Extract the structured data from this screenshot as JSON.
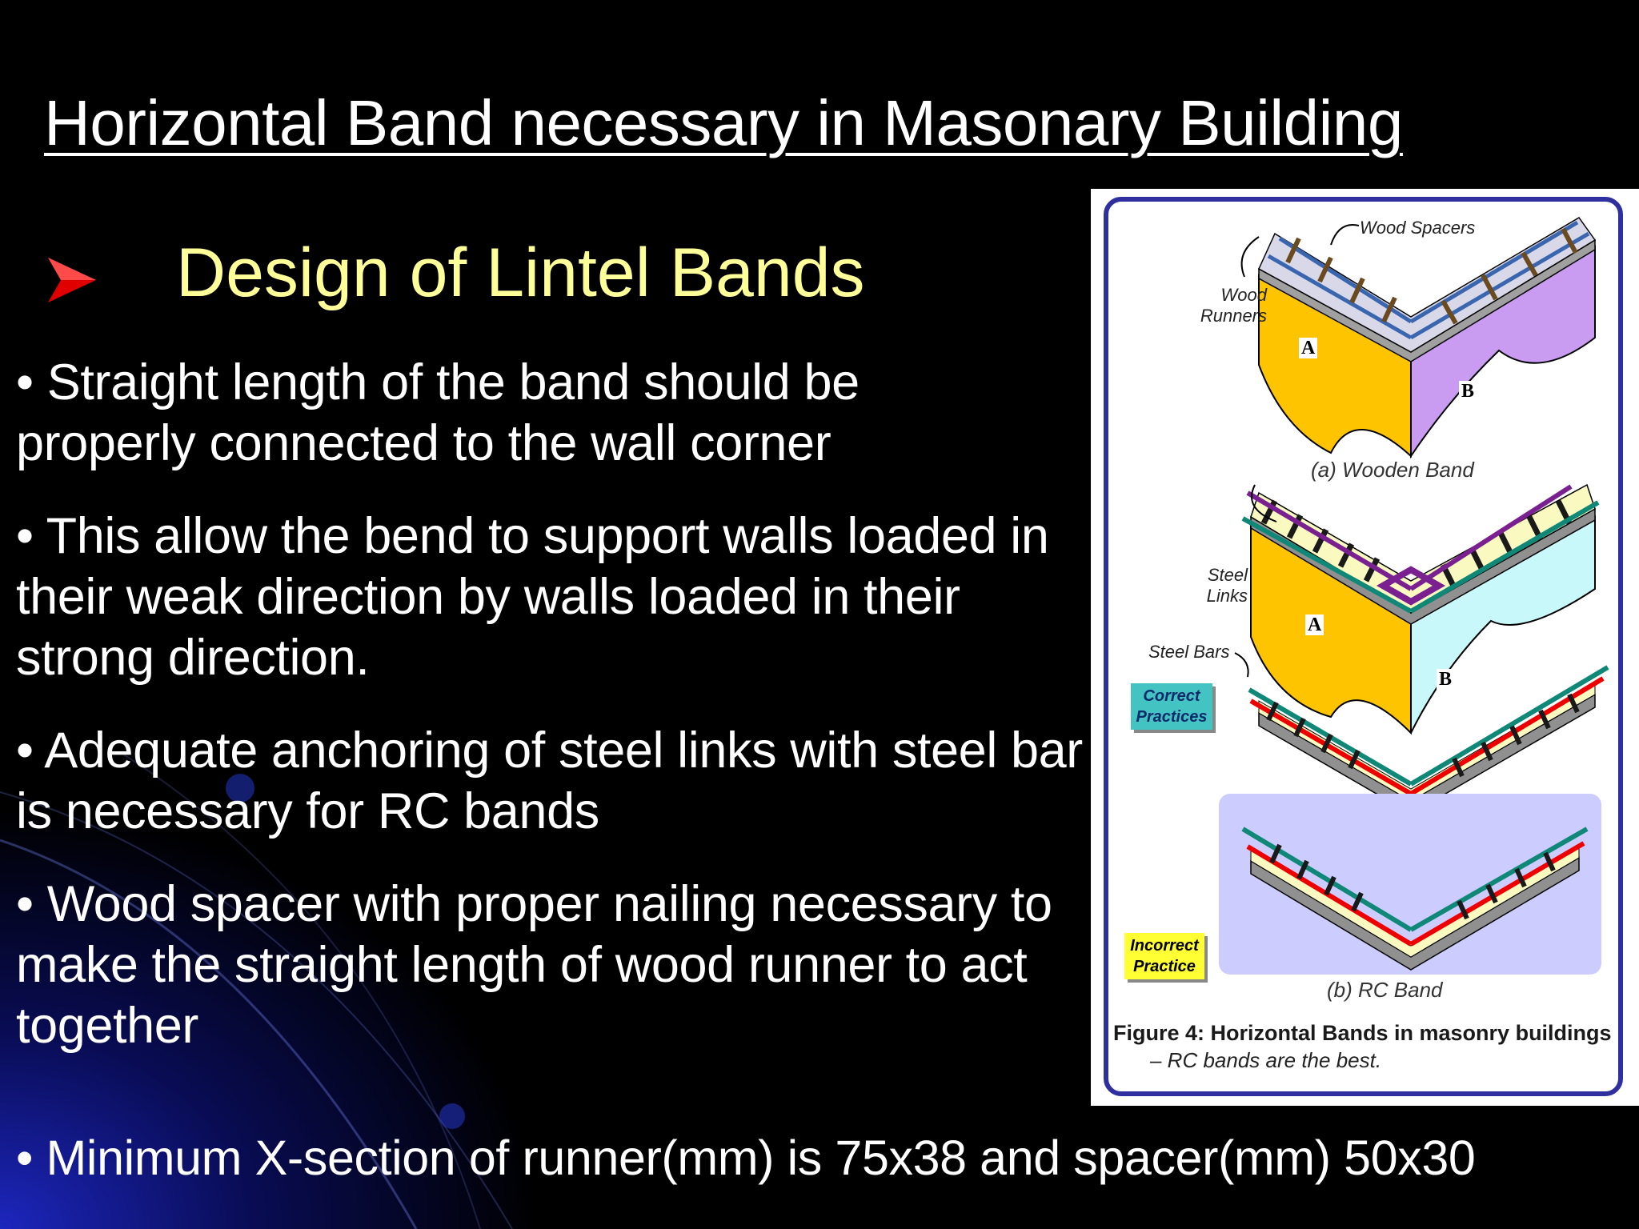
{
  "slide": {
    "title": "Horizontal Band necessary in Masonary Building",
    "subheading": "Design of Lintel Bands",
    "bullets": [
      "• Straight length of the band should be properly connected to the wall corner",
      "• This allow the bend to support walls loaded in their weak direction by walls loaded in their strong direction.",
      "• Adequate anchoring of steel links with steel bar is necessary for RC bands",
      "• Wood spacer with proper nailing necessary to make the straight length of wood runner to act together"
    ],
    "bottom_bullet": "• Minimum X-section of  runner(mm) is 75x38 and spacer(mm) 50x30",
    "icons": {
      "subheading_marker": "red-arrow-icon"
    },
    "colors": {
      "title": "#ffffff",
      "subheading": "#ffff99",
      "marker": "#e00000",
      "background_glow": "#1e28c8"
    }
  },
  "figure": {
    "labels": {
      "wood_spacers": "Wood Spacers",
      "wood_runners_1": "Wood",
      "wood_runners_2": "Runners",
      "steel_links_1": "Steel",
      "steel_links_2": "Links",
      "steel_bars": "Steel Bars",
      "letter_a": "A",
      "letter_b": "B",
      "letter_a2": "A",
      "letter_b2": "B"
    },
    "caption_a": "(a) Wooden Band",
    "caption_b": "(b) RC Band",
    "tag_correct_1": "Correct",
    "tag_correct_2": "Practices",
    "tag_incorrect_1": "Incorrect",
    "tag_incorrect_2": "Practice",
    "caption_main": "Figure 4: Horizontal Bands in masonry buildings",
    "caption_sub": "– RC bands are the best."
  }
}
